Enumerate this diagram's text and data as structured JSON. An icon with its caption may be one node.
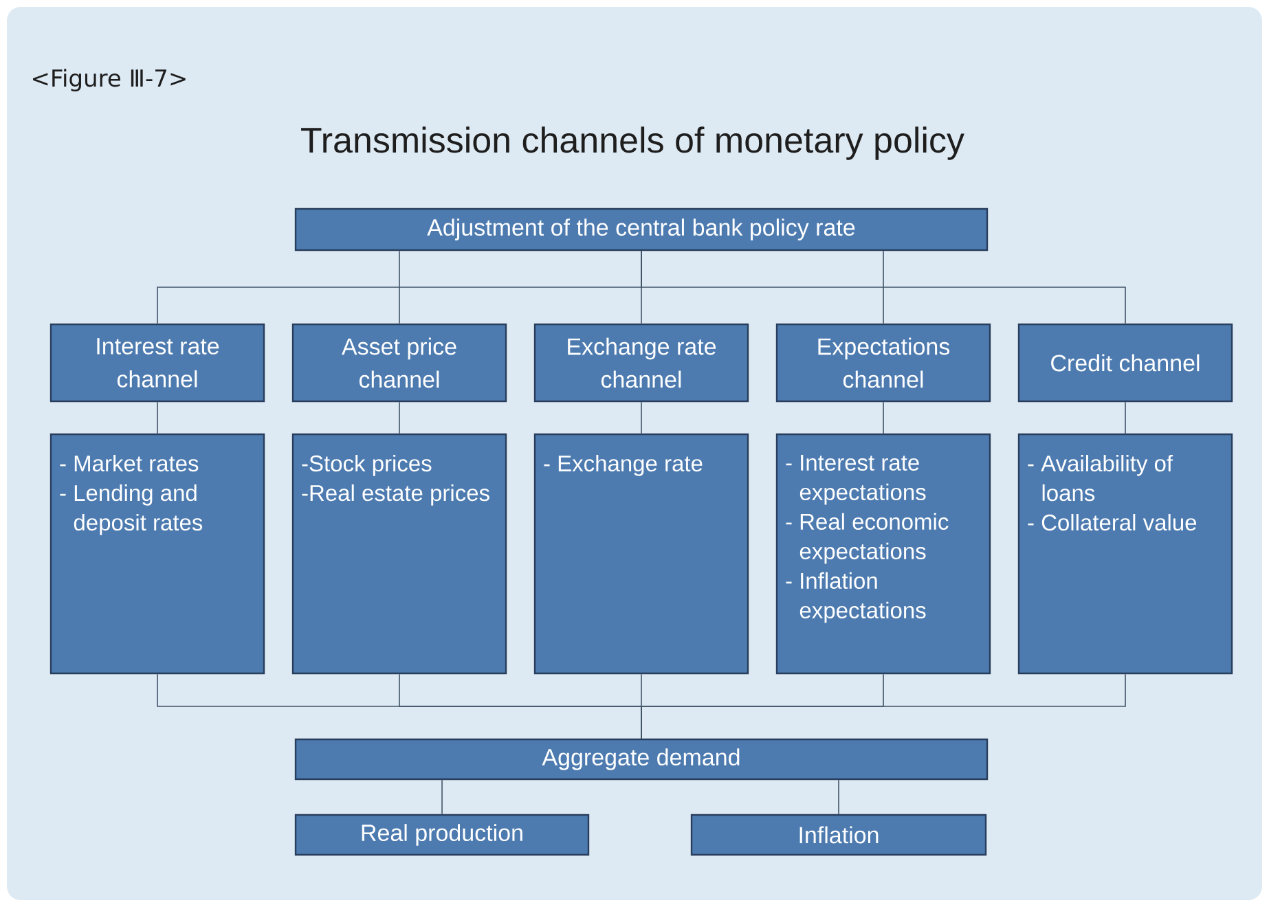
{
  "diagram": {
    "title": "Transmission channels of monetary policy",
    "labels": [
      "<Figure Ⅲ-7>"
    ],
    "nodes": [
      {
        "text": [
          "Adjustment of the central bank policy rate"
        ]
      },
      {
        "text": [
          "Interest rate channel"
        ]
      },
      {
        "text": [
          "Asset price channel"
        ]
      },
      {
        "text": [
          "Exchange rate channel"
        ]
      },
      {
        "text": [
          "Expectations channel"
        ]
      },
      {
        "text": [
          "Credit channel"
        ]
      },
      {
        "text": [
          "- Market rates",
          "- Lending and deposit rates"
        ]
      },
      {
        "text": [
          "-Stock prices",
          "-Real estate prices"
        ]
      },
      {
        "text": [
          "- Exchange rate"
        ]
      },
      {
        "text": [
          "- Interest rate expectations",
          "- Real economic expectations",
          "- Inflation expectations"
        ]
      },
      {
        "text": [
          "- Availability of loans",
          "- Collateral value"
        ]
      },
      {
        "text": [
          "Aggregate demand"
        ]
      },
      {
        "text": [
          "Real production"
        ]
      },
      {
        "text": [
          "Inflation"
        ]
      }
    ],
    "edges": [
      {
        "from": 0,
        "to": 1,
        "arrow": "none"
      },
      {
        "from": 0,
        "to": 2,
        "arrow": "none"
      },
      {
        "from": 0,
        "to": 3,
        "arrow": "none"
      },
      {
        "from": 0,
        "to": 4,
        "arrow": "none"
      },
      {
        "from": 0,
        "to": 5,
        "arrow": "none"
      },
      {
        "from": 1,
        "to": 6,
        "arrow": "none"
      },
      {
        "from": 2,
        "to": 7,
        "arrow": "none"
      },
      {
        "from": 3,
        "to": 8,
        "arrow": "none"
      },
      {
        "from": 4,
        "to": 9,
        "arrow": "none"
      },
      {
        "from": 5,
        "to": 10,
        "arrow": "none"
      },
      {
        "from": 6,
        "to": 11,
        "arrow": "none"
      },
      {
        "from": 7,
        "to": 11,
        "arrow": "none"
      },
      {
        "from": 8,
        "to": 11,
        "arrow": "none"
      },
      {
        "from": 9,
        "to": 11,
        "arrow": "none"
      },
      {
        "from": 10,
        "to": 11,
        "arrow": "none"
      },
      {
        "from": 11,
        "to": 12,
        "arrow": "none"
      },
      {
        "from": 11,
        "to": 13,
        "arrow": "none"
      }
    ]
  }
}
